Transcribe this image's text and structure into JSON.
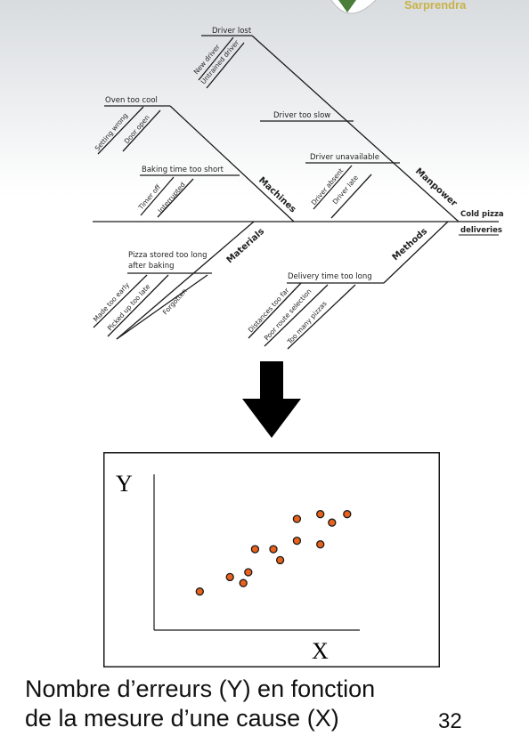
{
  "fishbone": {
    "effect_line1": "Cold pizza",
    "effect_line2": "deliveries",
    "categories": {
      "manpower": "Manpower",
      "machines": "Machines",
      "materials": "Materials",
      "methods": "Methods"
    },
    "causes": {
      "driver_lost": "Driver lost",
      "new_driver": "New driver",
      "untrained_driver": "Untrained driver",
      "driver_too_slow": "Driver too slow",
      "driver_unavailable": "Driver unavailable",
      "driver_absent": "Driver absent",
      "driver_late": "Driver late",
      "oven_too_cool": "Oven too cool",
      "setting_wrong": "Setting wrong",
      "door_open": "Door open",
      "baking_time_too_short": "Baking time too short",
      "timer_off": "Timer off",
      "interrupted": "Interrupted",
      "pizza_stored_line1": "Pizza stored too long",
      "pizza_stored_line2": "after baking",
      "made_too_early": "Made too early",
      "picked_up_too_late": "Picked up too late",
      "forgotten": "Forgotten",
      "delivery_time_too_long": "Delivery time too long",
      "distances_too_far": "Distances too far",
      "poor_route_selection": "Poor route selection",
      "too_many_pizzas": "Too many pizzas"
    }
  },
  "chart_data": {
    "type": "scatter",
    "xlabel": "X",
    "ylabel": "Y",
    "xlim": [
      0,
      100
    ],
    "ylim": [
      0,
      100
    ],
    "grid": false,
    "points": [
      {
        "x": 14,
        "y": 23
      },
      {
        "x": 32,
        "y": 35
      },
      {
        "x": 40,
        "y": 30
      },
      {
        "x": 43,
        "y": 39
      },
      {
        "x": 47,
        "y": 58
      },
      {
        "x": 58,
        "y": 58
      },
      {
        "x": 62,
        "y": 49
      },
      {
        "x": 72,
        "y": 65
      },
      {
        "x": 72,
        "y": 83
      },
      {
        "x": 86,
        "y": 62
      },
      {
        "x": 86,
        "y": 87
      },
      {
        "x": 93,
        "y": 80
      },
      {
        "x": 102,
        "y": 87
      }
    ],
    "colors": {
      "point_fill": "#e8621c",
      "point_stroke": "#1a1a1a"
    }
  },
  "caption": {
    "line1": "Nombre d’erreurs (Y) en fonction",
    "line2": "de la mesure d’une cause (X)"
  },
  "page_number": "32",
  "colors": {
    "accent_green": "#4a7c3a",
    "logo_text": "#c9b24a"
  }
}
